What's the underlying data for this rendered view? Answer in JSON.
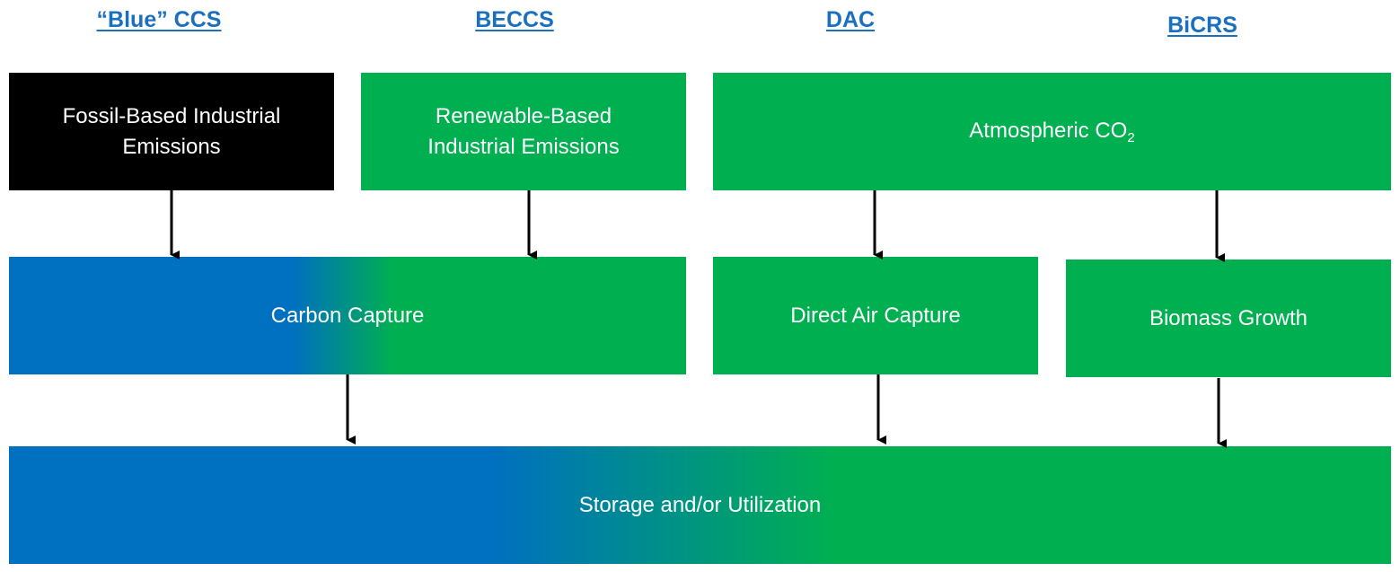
{
  "headers": {
    "blue_ccs": "“Blue” CCS",
    "beccs": "BECCS",
    "dac": "DAC",
    "bicrs": "BiCRS"
  },
  "sources": {
    "fossil": [
      "Fossil-Based Industrial",
      "Emissions"
    ],
    "renewable": [
      "Renewable-Based",
      "Industrial Emissions"
    ],
    "atmospheric": "Atmospheric CO",
    "atmospheric_sub": "2"
  },
  "processes": {
    "carbon_capture": "Carbon Capture",
    "direct_air_capture": "Direct Air Capture",
    "biomass_growth": "Biomass Growth"
  },
  "sink": "Storage and/or Utilization",
  "colors": {
    "green": "#00b050",
    "blue": "#0070c0",
    "black": "#000000",
    "link": "#1a6fc0"
  }
}
